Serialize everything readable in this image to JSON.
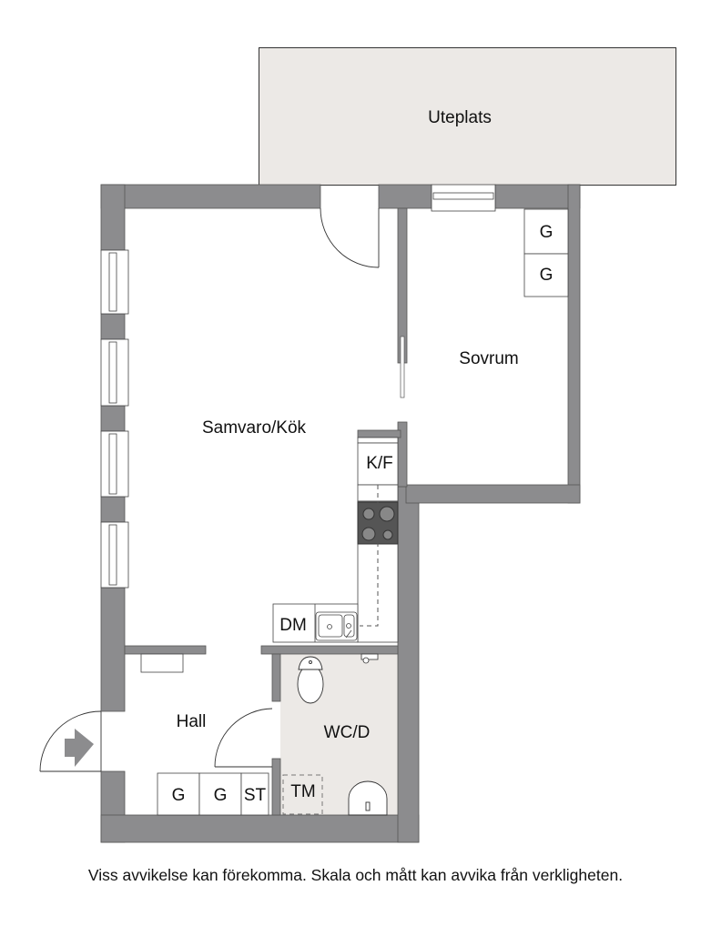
{
  "colors": {
    "wall": "#8c8c8e",
    "wall_outline": "#444444",
    "terrace_fill": "#ece9e6",
    "bathroom_fill": "#ece9e6",
    "stove": "#555555",
    "entry_arrow": "#8c8c8e"
  },
  "rooms": {
    "terrace": {
      "label": "Uteplats"
    },
    "living_kitchen": {
      "label": "Samvaro/Kök"
    },
    "bedroom": {
      "label": "Sovrum"
    },
    "hall": {
      "label": "Hall"
    },
    "bathroom": {
      "label": "WC/D"
    }
  },
  "fixtures": {
    "bedroom_wardrobe_1": "G",
    "bedroom_wardrobe_2": "G",
    "fridge_freezer": "K/F",
    "dishwasher": "DM",
    "hall_wardrobe_1": "G",
    "hall_wardrobe_2": "G",
    "hall_cleaning_closet": "ST",
    "washing_machine": "TM"
  },
  "footer": {
    "disclaimer": "Viss avvikelse kan förekomma. Skala och mått kan avvika från verkligheten."
  }
}
